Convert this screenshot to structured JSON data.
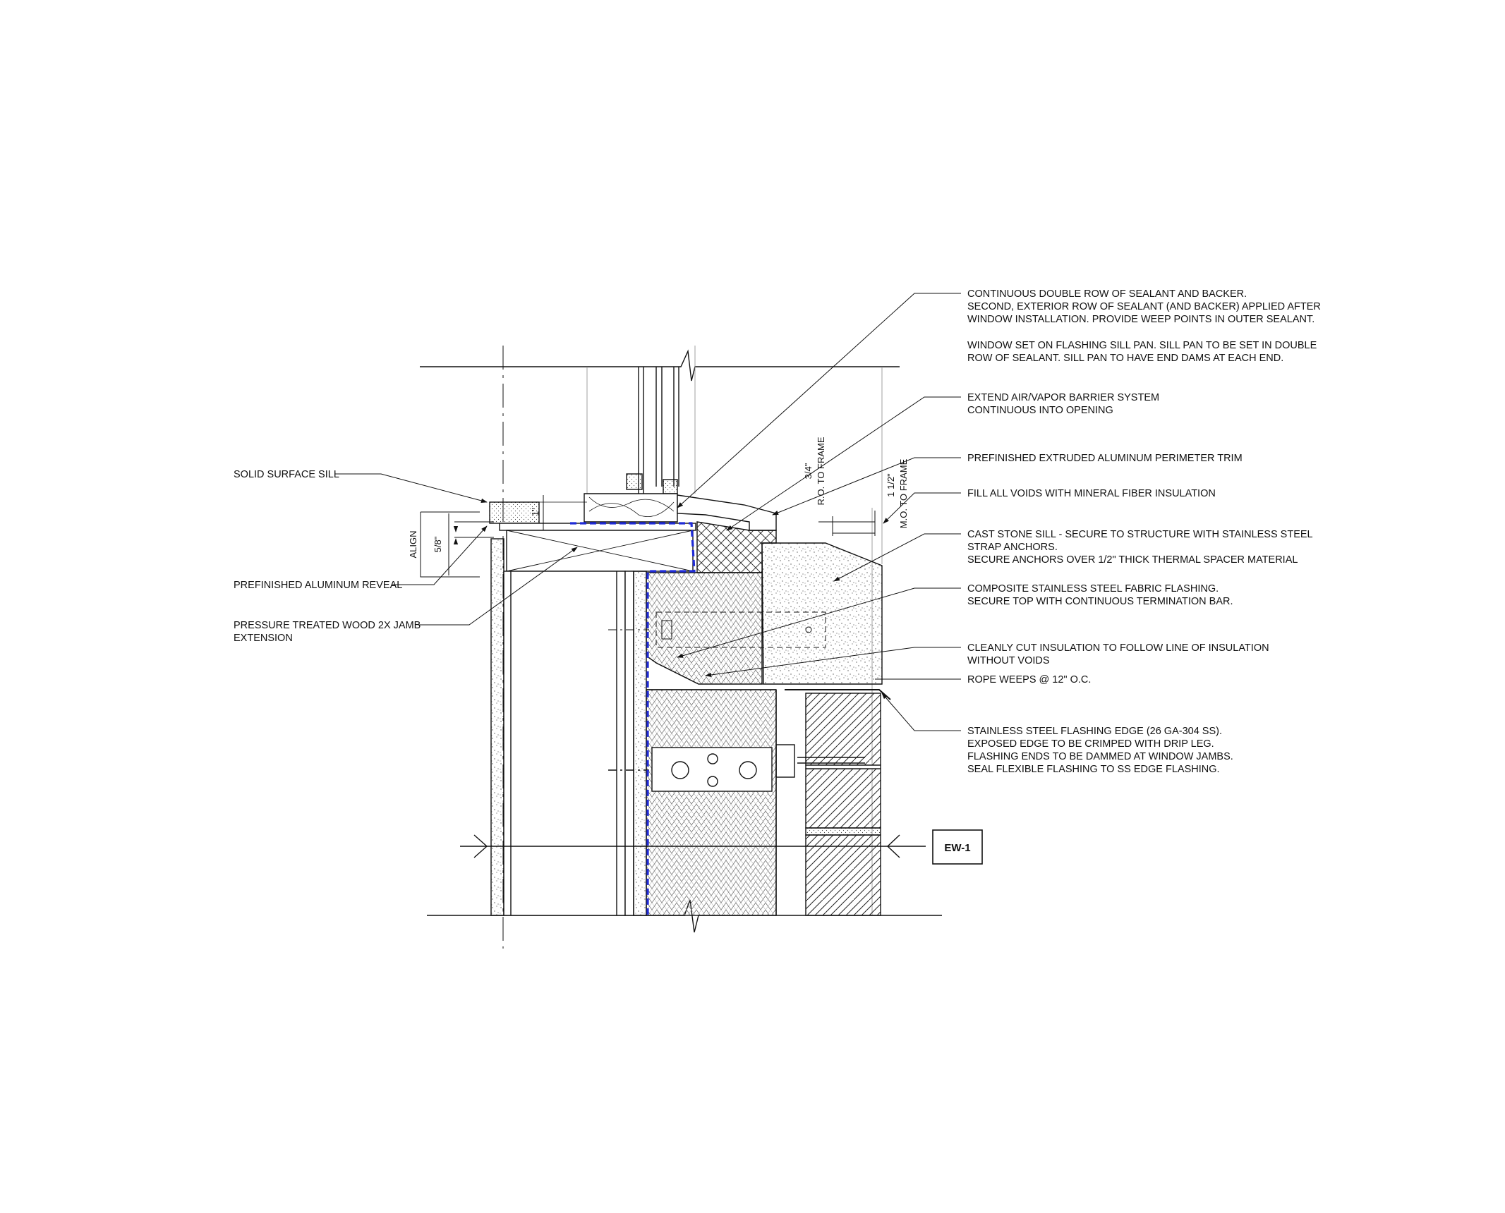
{
  "callouts": {
    "sealant": [
      "CONTINUOUS DOUBLE ROW OF SEALANT AND BACKER.",
      "SECOND, EXTERIOR ROW OF SEALANT (AND BACKER) APPLIED AFTER",
      "WINDOW INSTALLATION.  PROVIDE WEEP POINTS IN OUTER SEALANT.",
      "",
      "WINDOW SET ON FLASHING SILL PAN.  SILL PAN TO BE SET IN DOUBLE",
      "ROW OF SEALANT. SILL PAN TO HAVE END DAMS AT EACH END."
    ],
    "air_barrier": [
      "EXTEND AIR/VAPOR BARRIER SYSTEM",
      "CONTINUOUS INTO OPENING"
    ],
    "trim": [
      "PREFINISHED EXTRUDED ALUMINUM PERIMETER TRIM"
    ],
    "mineral_fiber": [
      "FILL ALL VOIDS WITH MINERAL FIBER INSULATION"
    ],
    "cast_stone": [
      "CAST STONE SILL - SECURE TO STRUCTURE WITH STAINLESS STEEL",
      "STRAP ANCHORS.",
      "SECURE ANCHORS OVER 1/2\" THICK THERMAL SPACER MATERIAL"
    ],
    "fabric_flashing": [
      "COMPOSITE STAINLESS STEEL FABRIC FLASHING.",
      "SECURE TOP WITH CONTINUOUS TERMINATION BAR."
    ],
    "insulation_cut": [
      "CLEANLY CUT INSULATION TO FOLLOW LINE OF INSULATION",
      "WITHOUT VOIDS"
    ],
    "rope_weeps": [
      "ROPE WEEPS @ 12\" O.C."
    ],
    "ss_edge": [
      "STAINLESS STEEL FLASHING EDGE (26 GA-304 SS).",
      "EXPOSED EDGE TO BE CRIMPED WITH DRIP LEG.",
      "FLASHING ENDS TO BE DAMMED AT WINDOW JAMBS.",
      "SEAL FLEXIBLE FLASHING TO SS EDGE FLASHING."
    ],
    "solid_surface": [
      "SOLID SURFACE SILL"
    ],
    "reveal": [
      "PREFINISHED ALUMINUM REVEAL"
    ],
    "jamb_extension": [
      "PRESSURE TREATED WOOD 2X JAMB",
      "EXTENSION"
    ]
  },
  "dimensions": {
    "align": "ALIGN",
    "five_eighths": "5/8\"",
    "one_inch": "1\"",
    "ro_value": "3/4\"",
    "ro_label": "R.O. TO FRAME",
    "mo_value": "1 1/2\"",
    "mo_label": "M.O. TO FRAME"
  },
  "section_tag": "EW-1",
  "colors": {
    "line": "#111111",
    "air_barrier": "#1f2bd6",
    "background": "#ffffff"
  }
}
